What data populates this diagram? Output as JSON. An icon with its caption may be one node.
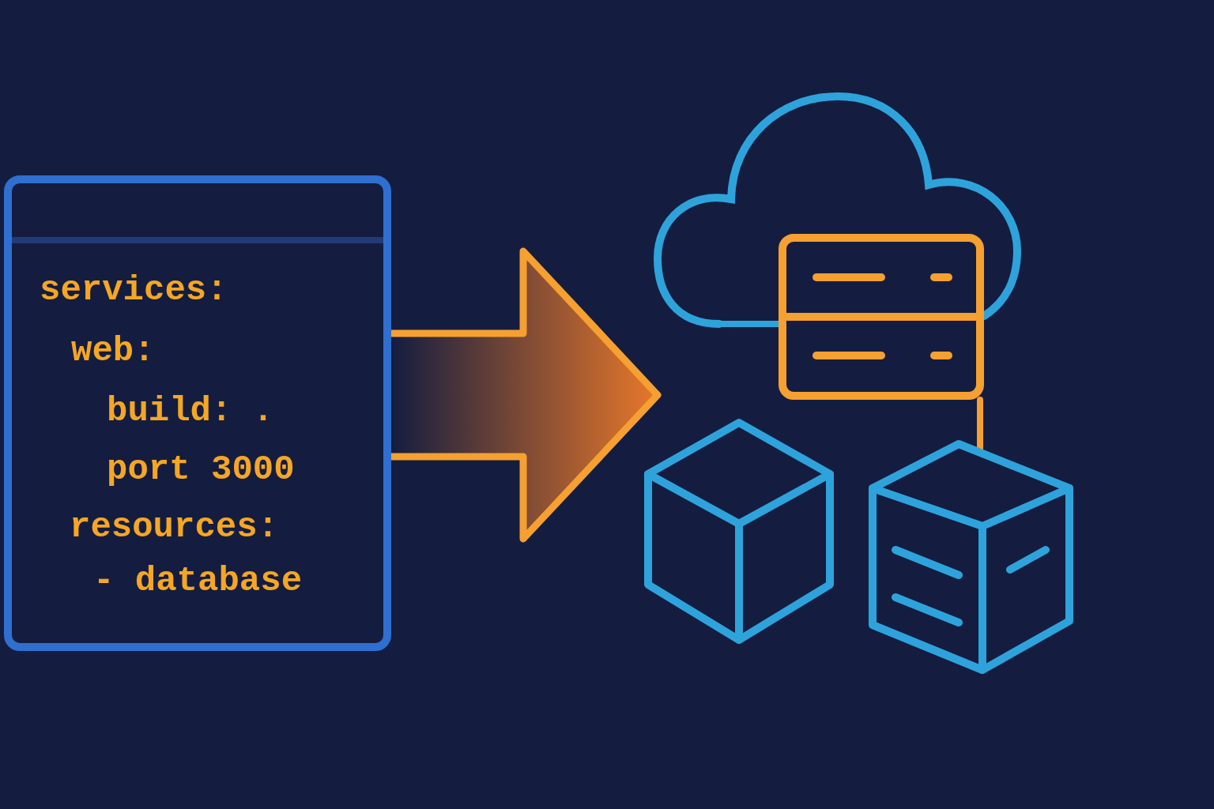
{
  "diagram": {
    "nodes": [
      {
        "text": [
          "services:",
          "web:",
          "build: .",
          "port 3000",
          "resources:",
          "- database"
        ]
      },
      {
        "text": [],
        "shape": "cloud"
      },
      {
        "text": [],
        "shape": "box"
      },
      {
        "text": [],
        "shape": "cube"
      },
      {
        "text": [],
        "shape": "cube"
      }
    ],
    "edges": [
      {
        "from": 0,
        "to": null,
        "arrow": "to",
        "style": "thick"
      },
      {
        "from": 1,
        "to": 2,
        "arrow": "none",
        "color": "#2ea3db"
      },
      {
        "from": 2,
        "to": 4,
        "arrow": "none",
        "color": "#f5a030"
      }
    ]
  }
}
